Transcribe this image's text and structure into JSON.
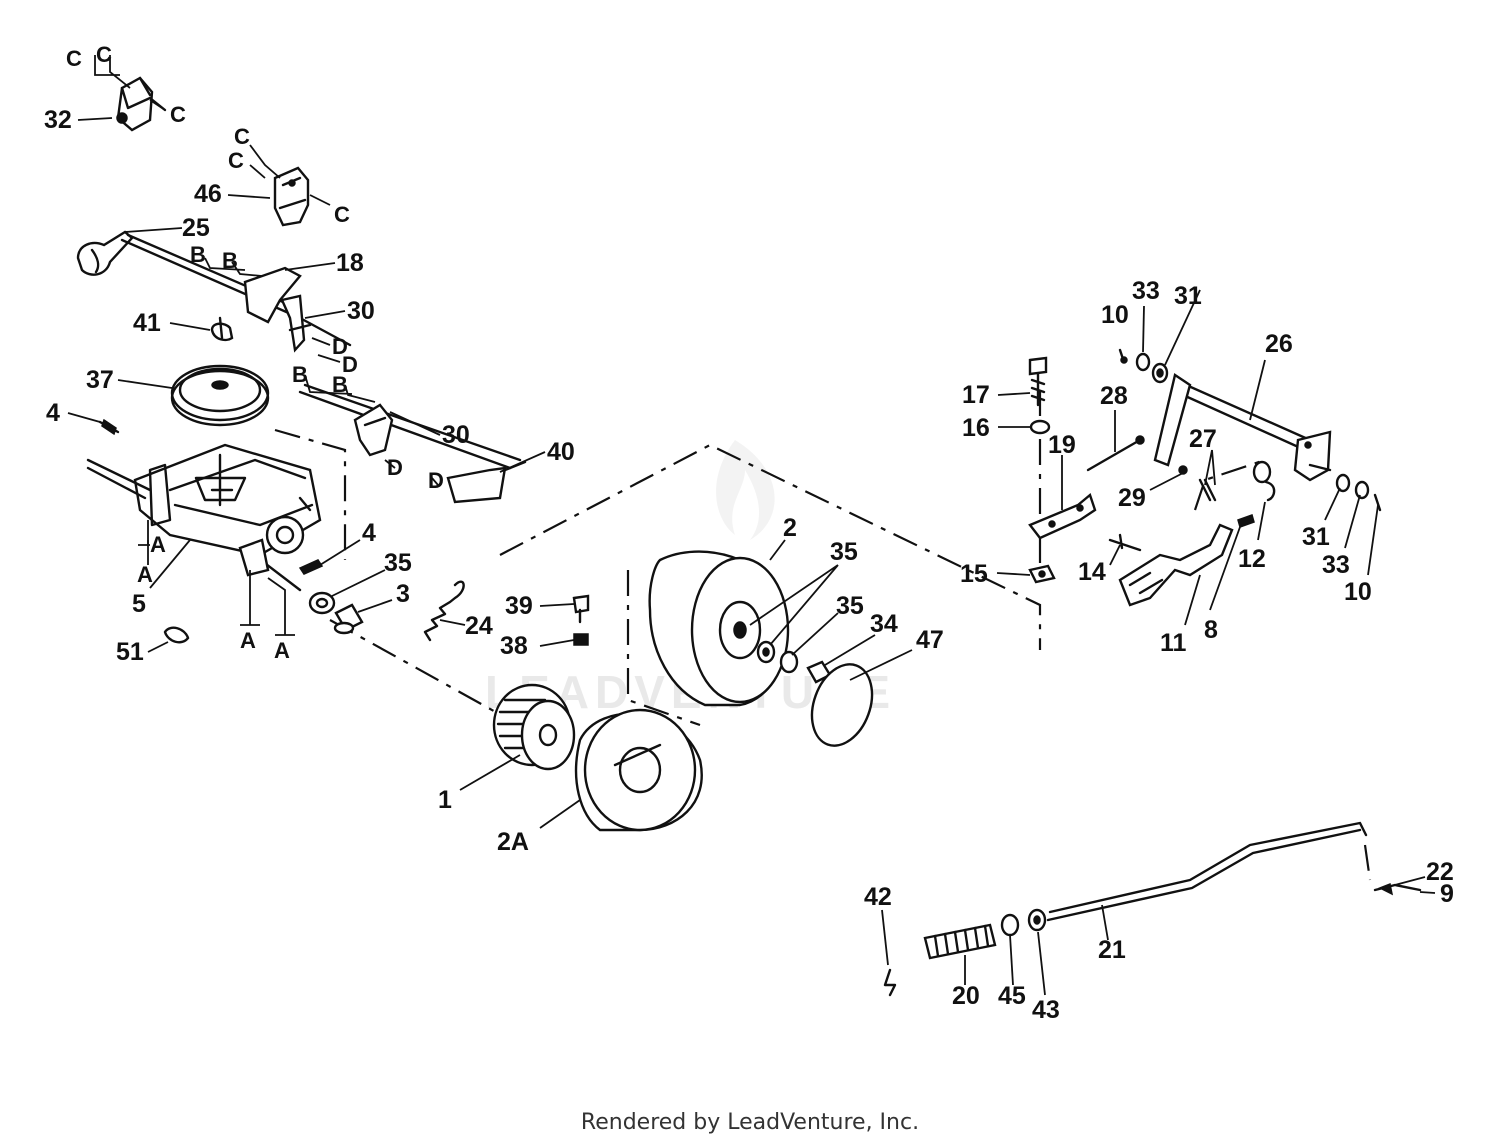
{
  "watermark": "LEADVENTURE",
  "footer": "Rendered by LeadVenture, Inc.",
  "callouts": [
    "32",
    "46",
    "25",
    "18",
    "30",
    "41",
    "37",
    "4",
    "30",
    "40",
    "5",
    "4",
    "35",
    "3",
    "51",
    "24",
    "39",
    "38",
    "2",
    "35",
    "35",
    "34",
    "47",
    "1",
    "2A",
    "17",
    "16",
    "10",
    "33",
    "31",
    "26",
    "28",
    "19",
    "27",
    "29",
    "15",
    "14",
    "12",
    "31",
    "33",
    "10",
    "11",
    "8",
    "42",
    "20",
    "45",
    "43",
    "21",
    "22",
    "9"
  ],
  "reference_letters": [
    "C",
    "C",
    "C",
    "C",
    "C",
    "C",
    "B",
    "B",
    "D",
    "D",
    "B",
    "B",
    "D",
    "D",
    "A",
    "A",
    "A",
    "A"
  ]
}
